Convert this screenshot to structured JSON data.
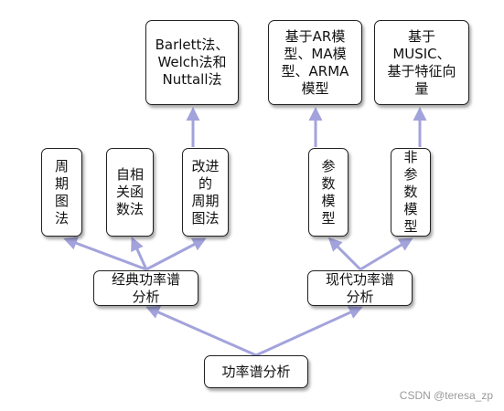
{
  "diagram": {
    "root": "功率谱分析",
    "classical": "经典功率谱\n分析",
    "modern": "现代功率谱\n分析",
    "periodogram": "周\n期\n图\n法",
    "autocorrelation": "自相\n关函\n数法",
    "improved_periodogram": "改进\n的\n周期\n图法",
    "parametric": "参\n数\n模\n型",
    "nonparametric": "非\n参\n数\n模\n型",
    "improved_methods": "Barlett法、\nWelch法和\nNuttall法",
    "parametric_models": "基于AR模\n型、MA模\n型、ARMA\n模型",
    "nonparametric_methods": "基于\nMUSIC、\n基于特征向\n量"
  },
  "watermark": "CSDN @teresa_zp",
  "colors": {
    "arrow": "#a3a3dc",
    "border": "#222222"
  }
}
